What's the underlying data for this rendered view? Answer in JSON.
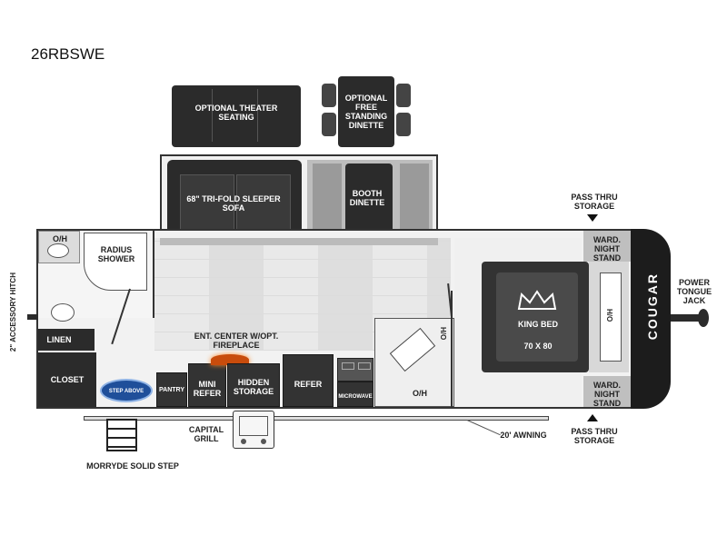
{
  "model": "26RBSWE",
  "labels": {
    "optional_theater_seating": "OPTIONAL THEATER SEATING",
    "optional_free_standing_dinette": "OPTIONAL FREE STANDING DINETTE",
    "tri_fold_sofa": "68\" TRI-FOLD SLEEPER SOFA",
    "booth_dinette": "BOOTH DINETTE",
    "pass_thru_storage_top": "PASS THRU STORAGE",
    "pass_thru_storage_bottom": "PASS THRU STORAGE",
    "oh_bath": "O/H",
    "radius_shower": "RADIUS SHOWER",
    "linen": "LINEN",
    "closet": "CLOSET",
    "accessory_hitch": "2\" ACCESSORY HITCH",
    "step_logo": "STEP ABOVE",
    "pantry": "PANTRY",
    "mini_refer": "MINI REFER",
    "ent_center": "ENT. CENTER w/OPT. FIREPLACE",
    "hidden_storage": "HIDDEN STORAGE",
    "refer": "REFER",
    "microwave": "MICROWAVE",
    "oh_kitchen": "O/H",
    "oh_kitchen_vertical": "O/H",
    "king_bed": "KING BED",
    "king_bed_size": "70 x 80",
    "oh_bed": "O/H",
    "ward_night_stand_top": "WARD. NIGHT STAND",
    "ward_night_stand_bottom": "WARD. NIGHT STAND",
    "power_tongue_jack": "POWER TONGUE JACK",
    "cougar_logo": "COUGAR",
    "capital_grill": "CAPITAL GRILL",
    "awning": "20' AWNING",
    "morryde_step": "MORRYDE SOLID STEP"
  }
}
